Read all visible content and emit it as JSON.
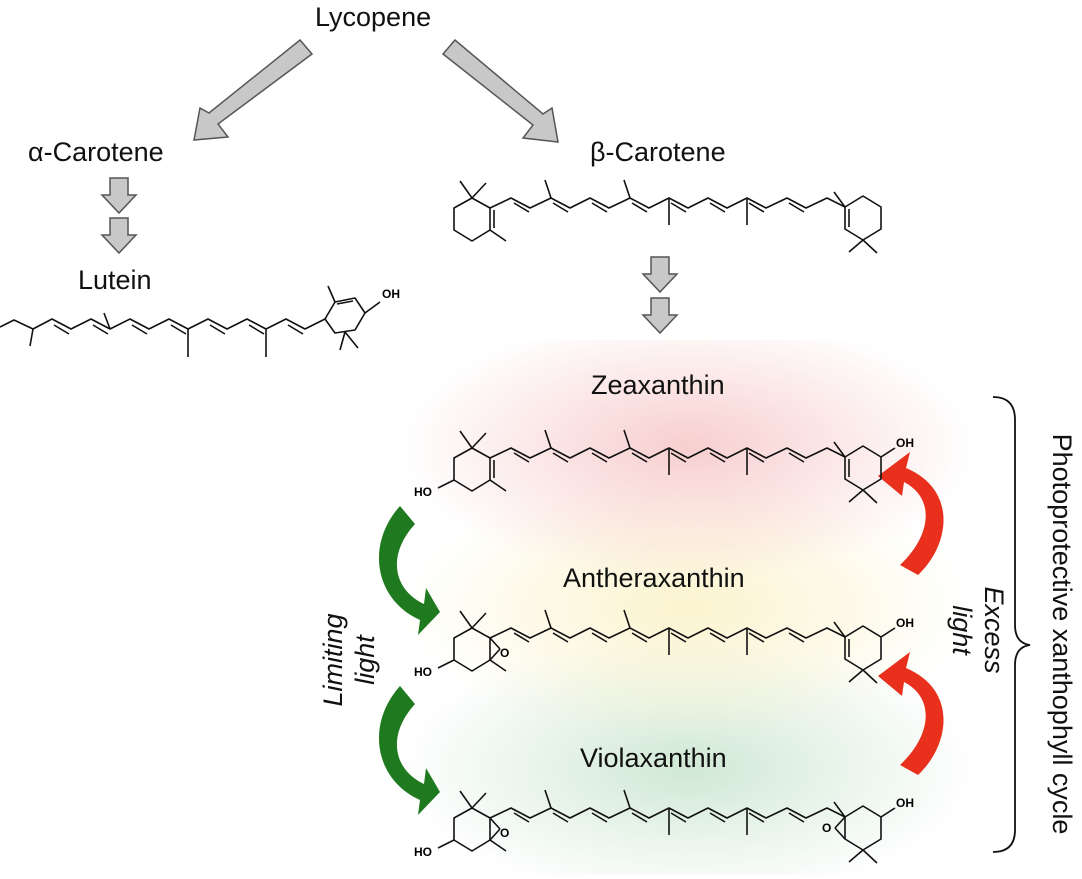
{
  "labels": {
    "lycopene": "Lycopene",
    "alpha_carotene": "α-Carotene",
    "beta_carotene": "β-Carotene",
    "lutein": "Lutein",
    "zeaxanthin": "Zeaxanthin",
    "antheraxanthin": "Antheraxanthin",
    "violaxanthin": "Violaxanthin",
    "limiting_light": [
      "Limiting",
      "light"
    ],
    "excess_light": [
      "Excess",
      "light"
    ],
    "cycle_label": "Photoprotective xanthophyll cycle"
  },
  "atoms": {
    "oh": "OH",
    "ho": "HO",
    "o": "O"
  },
  "colors": {
    "gray_arrow_fill": "#c8c8c8",
    "gray_arrow_stroke": "#555555",
    "green_arrow": "#1f7a1f",
    "red_arrow": "#e8301c",
    "zea_glow": "#f7c9c9",
    "anth_glow": "#f8f2c4",
    "viola_glow": "#cfe6cf"
  }
}
